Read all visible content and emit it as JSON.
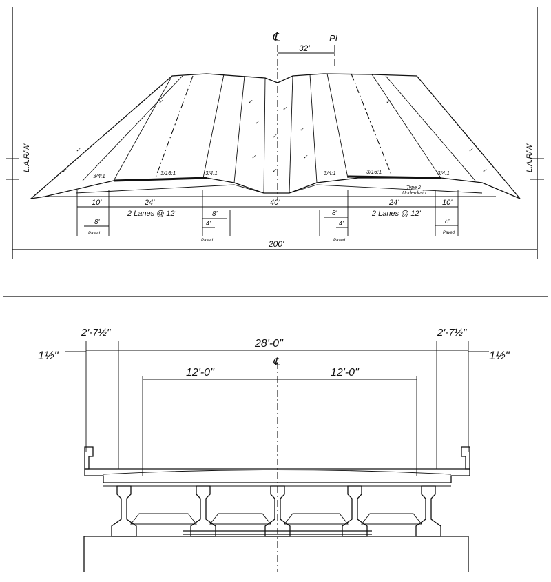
{
  "top_section": {
    "centerline_symbol": "℄",
    "profile_line_symbol": "PL",
    "offset_label": "32'",
    "row_left": "L.A.R/W",
    "row_right": "L.A.R/W",
    "slopes": [
      "3/4:1",
      "3/16:1",
      "3/4:1",
      "3/4:1",
      "3/16:1",
      "3/4:1"
    ],
    "underdrain_label_1": "Type 2",
    "underdrain_label_2": "Underdrain",
    "widths": [
      "10'",
      "24'",
      "40'",
      "24'",
      "10'"
    ],
    "lanes_left": "2 Lanes @ 12'",
    "lanes_right": "2 Lanes @ 12'",
    "shoulder_left_outer": "8'",
    "shoulder_left_inner": "8'",
    "shoulder_right_inner": "8'",
    "shoulder_right_outer": "8'",
    "paved_inner_left": "4'",
    "paved_inner_right": "4'",
    "paved_label": "Paved",
    "total_width": "200'"
  },
  "bottom_section": {
    "barrier_left": "2'-7½\"",
    "barrier_right": "2'-7½\"",
    "edge_left": "1½\"",
    "edge_right": "1½\"",
    "deck_width": "28'-0\"",
    "centerline_symbol": "℄",
    "lane_left": "12'-0\"",
    "lane_right": "12'-0\""
  }
}
